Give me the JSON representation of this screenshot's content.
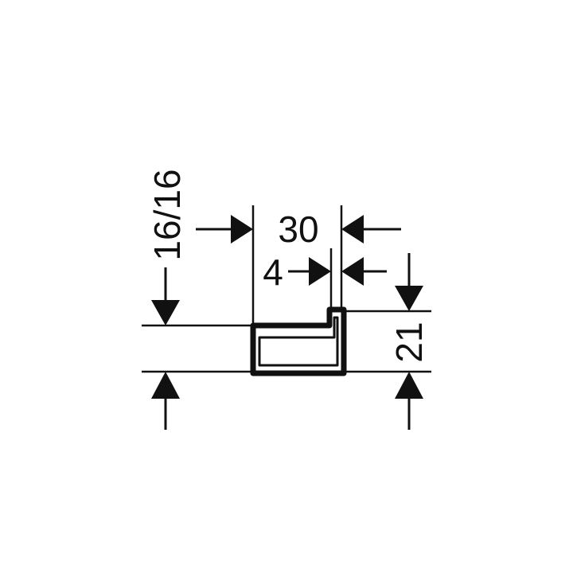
{
  "diagram": {
    "dimensions": {
      "width": "30",
      "lip": "4",
      "height": "21",
      "thickness": "16/16"
    },
    "colors": {
      "line": "#111111",
      "background": "#ffffff"
    }
  }
}
